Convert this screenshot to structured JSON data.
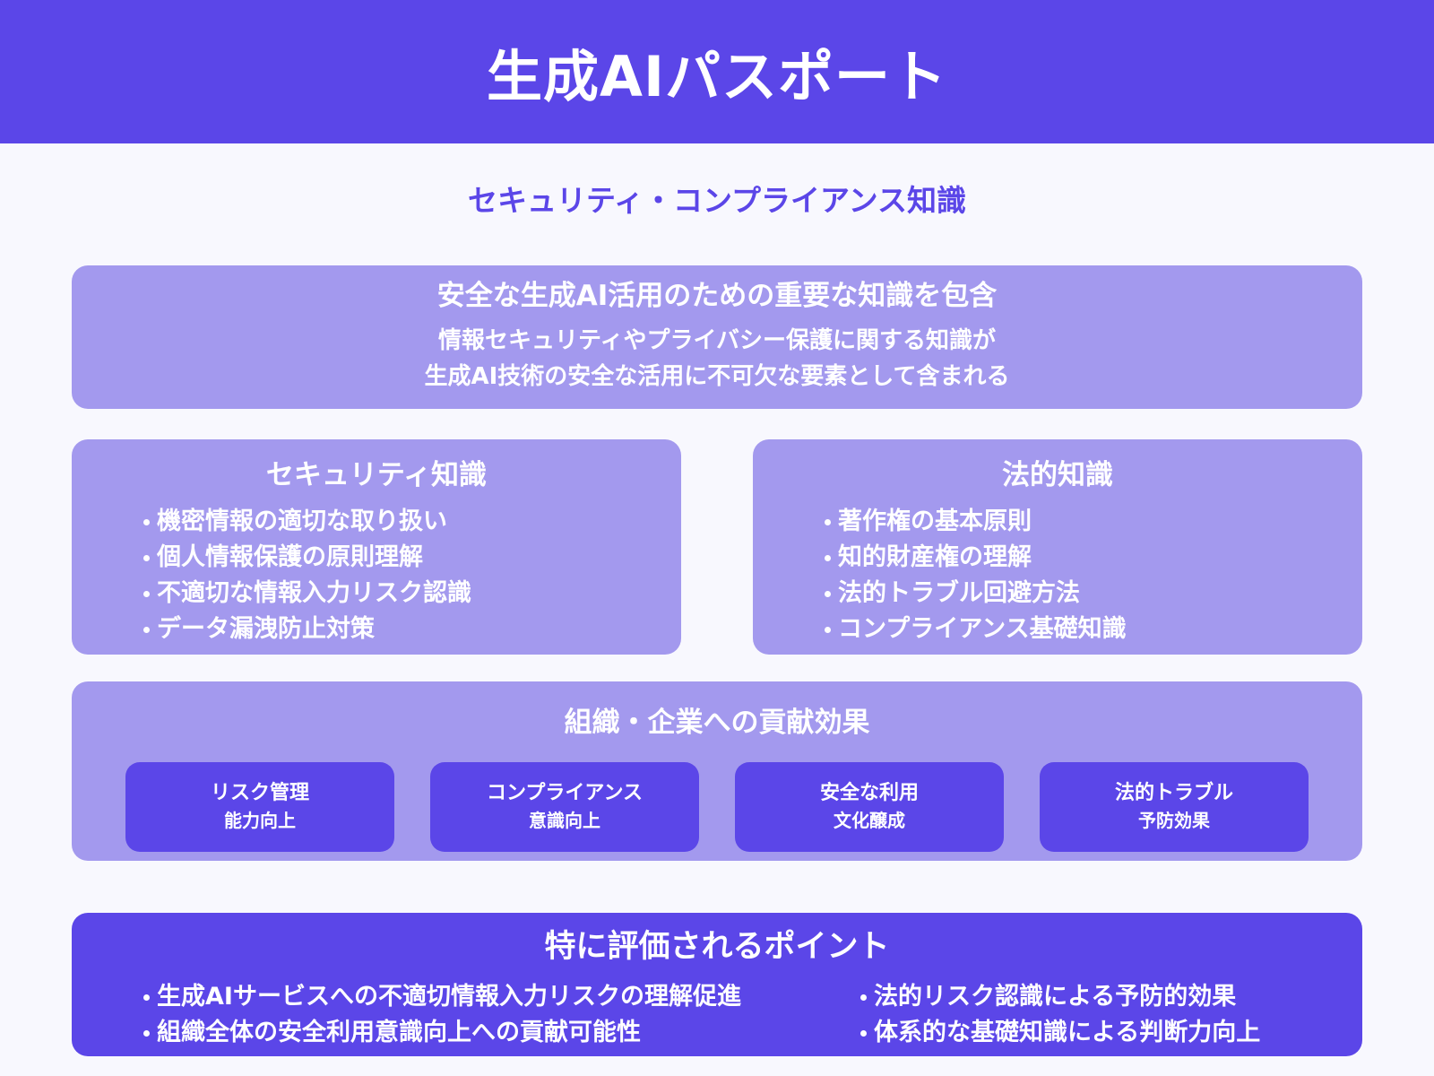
{
  "header": {
    "title": "生成AIパスポート"
  },
  "subtitle": "セキュリティ・コンプライアンス知識",
  "intro": {
    "heading": "安全な生成AI活用のための重要な知識を包含",
    "body_lines": [
      "情報セキュリティやプライバシー保護に関する知識が",
      "生成AI技術の安全な活用に不可欠な要素として含まれる"
    ]
  },
  "security": {
    "title": "セキュリティ知識",
    "items": [
      "機密情報の適切な取り扱い",
      "個人情報保護の原則理解",
      "不適切な情報入力リスク認識",
      "データ漏洩防止対策"
    ]
  },
  "legal": {
    "title": "法的知識",
    "items": [
      "著作権の基本原則",
      "知的財産権の理解",
      "法的トラブル回避方法",
      "コンプライアンス基礎知識"
    ]
  },
  "contribution": {
    "title": "組織・企業への貢献効果",
    "cards": [
      {
        "line1": "リスク管理",
        "line2": "能力向上"
      },
      {
        "line1": "コンプライアンス",
        "line2": "意識向上"
      },
      {
        "line1": "安全な利用",
        "line2": "文化醸成"
      },
      {
        "line1": "法的トラブル",
        "line2": "予防効果"
      }
    ]
  },
  "points": {
    "title": "特に評価されるポイント",
    "left_items": [
      "生成AIサービスへの不適切情報入力リスクの理解促進",
      "組織全体の安全利用意識向上への貢献可能性"
    ],
    "right_items": [
      "法的リスク認識による予防的効果",
      "体系的な基礎知識による判断力向上"
    ]
  },
  "colors": {
    "primary": "#5B46E8",
    "panel_light": "#A399EE",
    "background": "#F8F8FE",
    "text_on_panel": "#FFFFFF"
  }
}
